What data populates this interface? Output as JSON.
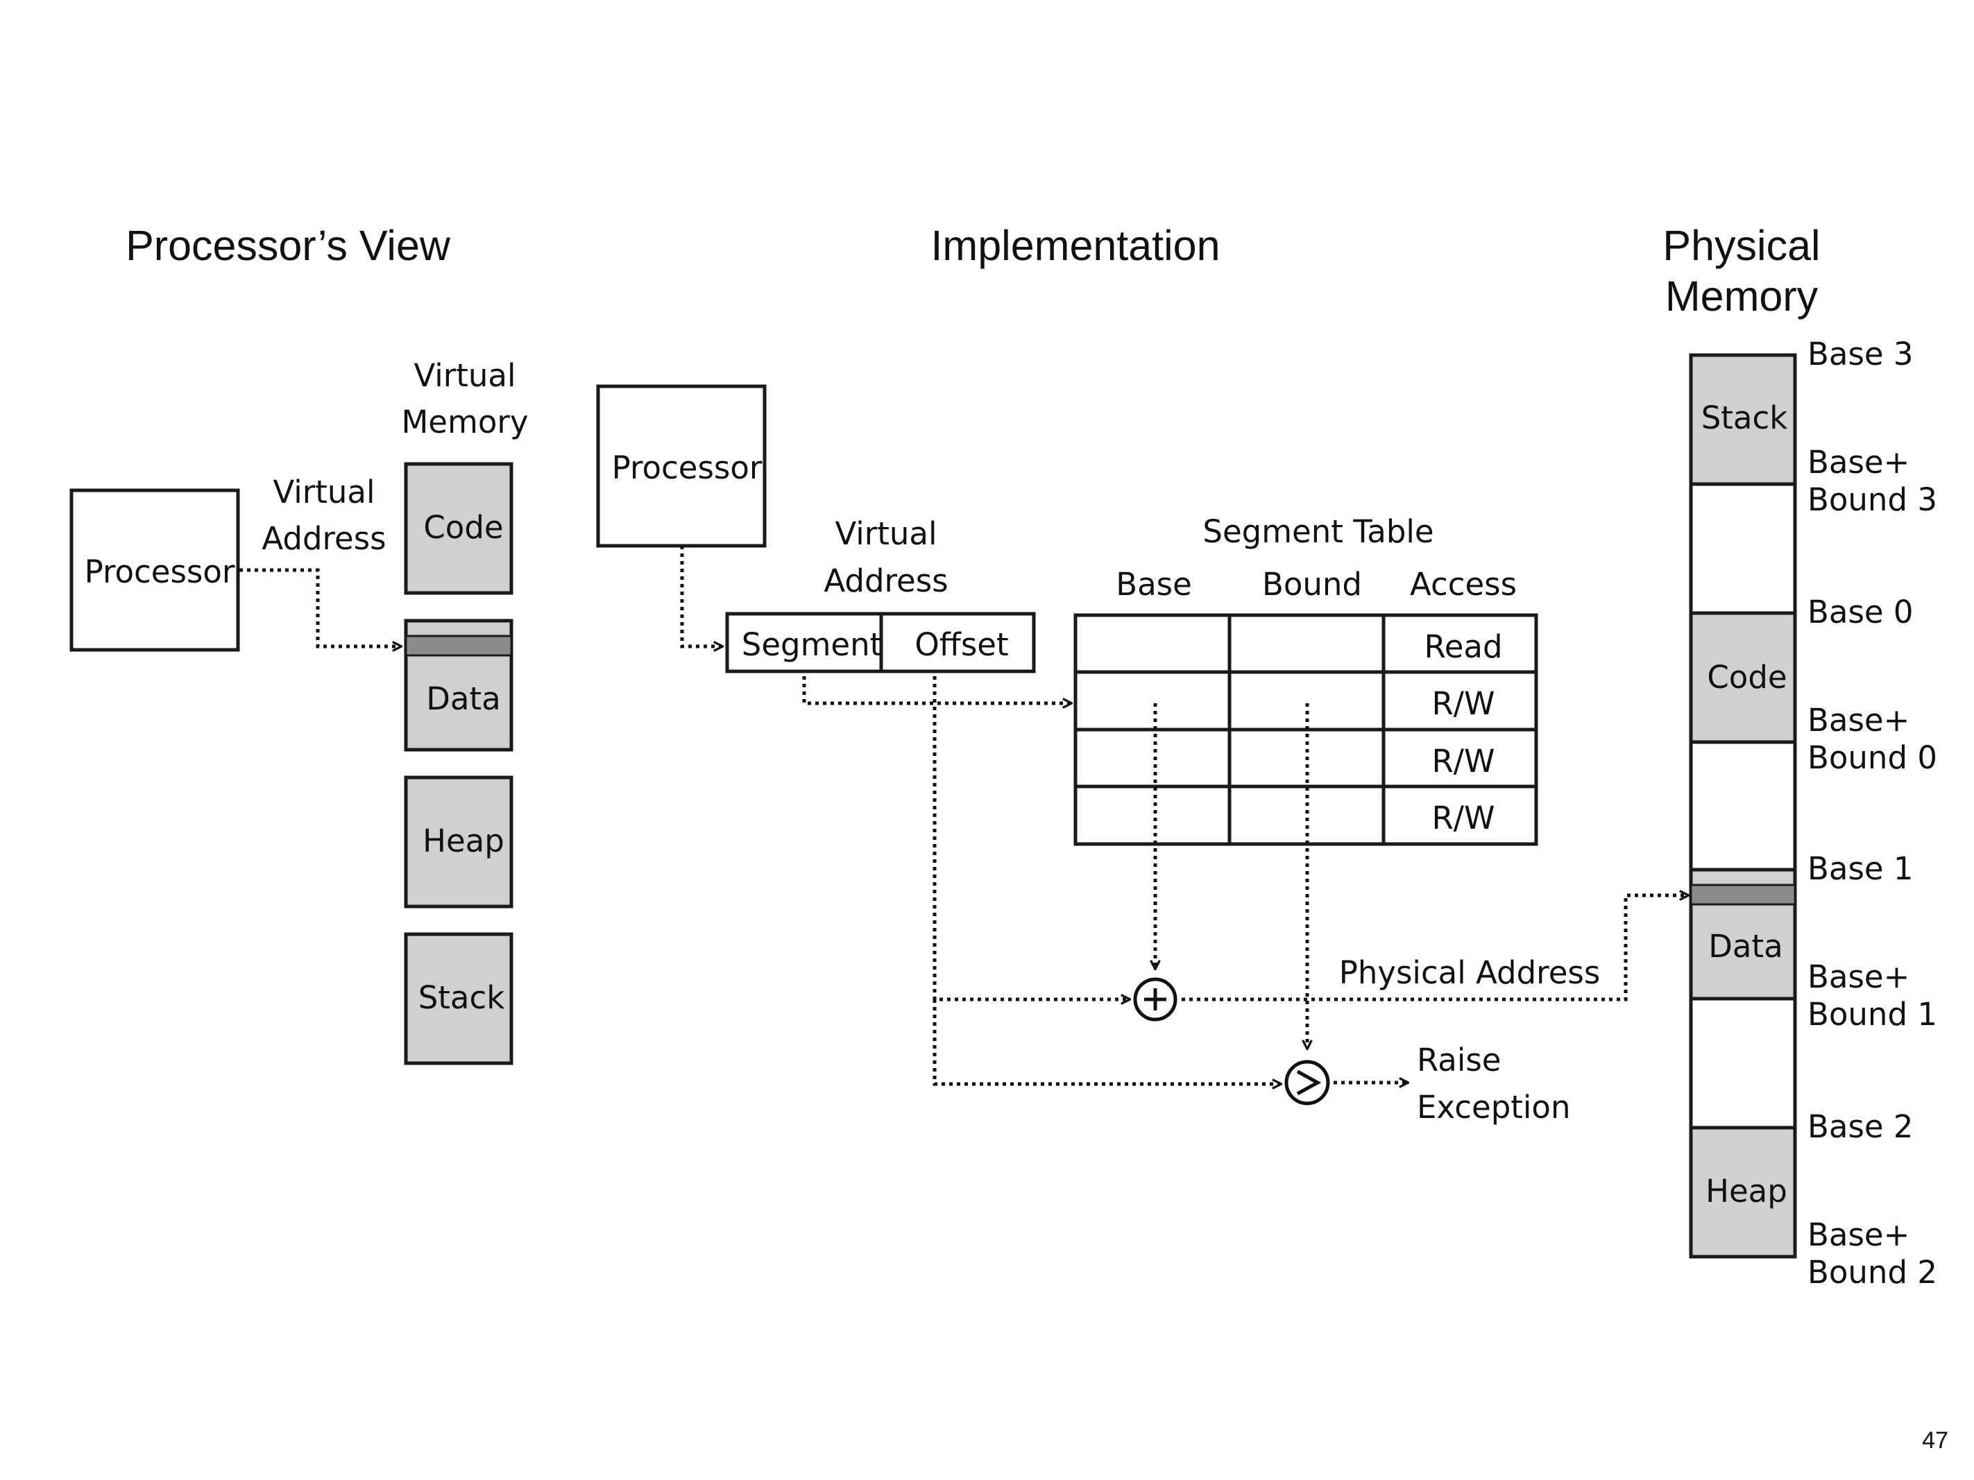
{
  "headings": {
    "processor_view": "Processor’s View",
    "implementation": "Implementation",
    "physical_memory_line1": "Physical",
    "physical_memory_line2": "Memory"
  },
  "processor_view": {
    "processor_label": "Processor",
    "virtual_address_line1": "Virtual",
    "virtual_address_line2": "Address",
    "virtual_memory_line1": "Virtual",
    "virtual_memory_line2": "Memory",
    "segments": [
      "Code",
      "Data",
      "Heap",
      "Stack"
    ]
  },
  "implementation": {
    "processor_label": "Processor",
    "virtual_address_line1": "Virtual",
    "virtual_address_line2": "Address",
    "address_fields": [
      "Segment",
      "Offset"
    ],
    "segment_table": {
      "title": "Segment Table",
      "columns": [
        "Base",
        "Bound",
        "Access"
      ],
      "access": [
        "Read",
        "R/W",
        "R/W",
        "R/W"
      ]
    },
    "adder_symbol": "+",
    "comparator_symbol": ">",
    "physical_address_label": "Physical Address",
    "exception_line1": "Raise",
    "exception_line2": "Exception"
  },
  "physical_memory": {
    "segments": [
      "Stack",
      "Code",
      "Data",
      "Heap"
    ],
    "labels": [
      [
        "Base 3"
      ],
      [
        "Base+",
        "Bound 3"
      ],
      [
        "Base 0"
      ],
      [
        "Base+",
        "Bound 0"
      ],
      [
        "Base 1"
      ],
      [
        "Base+",
        "Bound 1"
      ],
      [
        "Base 2"
      ],
      [
        "Base+",
        "Bound 2"
      ]
    ]
  },
  "page_number": "47"
}
